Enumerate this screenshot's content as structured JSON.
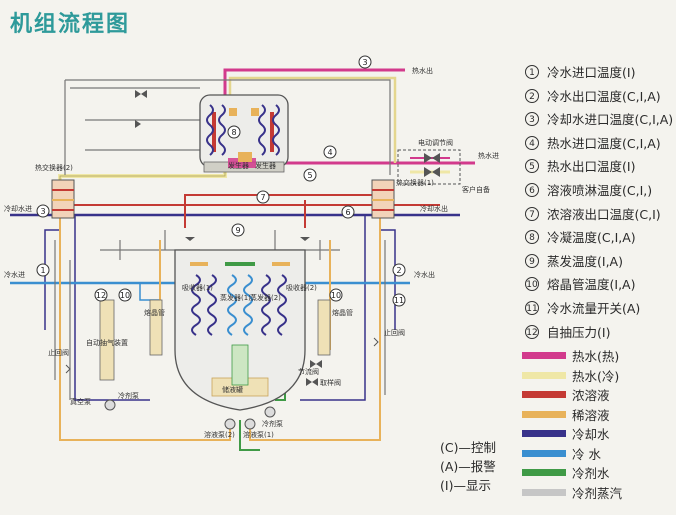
{
  "title": "机组流程图",
  "measure_points": [
    {
      "num": "1",
      "label": "冷水进口温度(I)"
    },
    {
      "num": "2",
      "label": "冷水出口温度(C,I,A)"
    },
    {
      "num": "3",
      "label": "冷却水进口温度(C,I,A)"
    },
    {
      "num": "4",
      "label": "热水进口温度(C,I,A)"
    },
    {
      "num": "5",
      "label": "热水出口温度(I)"
    },
    {
      "num": "6",
      "label": "溶液喷淋温度(C,I,)"
    },
    {
      "num": "7",
      "label": "浓溶液出口温度(C,I)"
    },
    {
      "num": "8",
      "label": "冷凝温度(C,I,A)"
    },
    {
      "num": "9",
      "label": "蒸发温度(I,A)"
    },
    {
      "num": "10",
      "label": "熔晶管温度(I,A)"
    },
    {
      "num": "11",
      "label": "冷水流量开关(A)"
    },
    {
      "num": "12",
      "label": "自抽压力(I)"
    }
  ],
  "color_legend": [
    {
      "label": "热水(热)",
      "color": "#d23a8c"
    },
    {
      "label": "热水(冷)",
      "color": "#efe7a6"
    },
    {
      "label": "浓溶液",
      "color": "#c43a34"
    },
    {
      "label": "稀溶液",
      "color": "#e8b25a"
    },
    {
      "label": "冷却水",
      "color": "#38328a"
    },
    {
      "label": "冷  水",
      "color": "#3a8fd0"
    },
    {
      "label": "冷剂水",
      "color": "#3f9a46"
    },
    {
      "label": "冷剂蒸汽",
      "color": "#c6c6c6"
    }
  ],
  "code_legend": [
    "(C)—控制",
    "(A)—报警",
    "(I)—显示"
  ],
  "labels": {
    "hot_water_out": "热水出",
    "hot_water_in": "热水进",
    "cooling_water_in": "冷却水进",
    "cooling_water_out": "冷却水出",
    "chilled_water_in": "冷水进",
    "chilled_water_out": "冷水出",
    "hx2": "热交换器(2)",
    "hx1": "热交换器(1)",
    "motor_valve": "电动调节阀",
    "customer_supply": "客户自备",
    "generator_left": "发生器",
    "generator_right": "发生器",
    "melt_tube_left": "熔晶管",
    "melt_tube_right": "熔晶管",
    "absorber_left": "吸收器(1)",
    "evaporator_left": "蒸发器(1)",
    "evaporator_right": "蒸发器(2)",
    "absorber_right": "吸收器(2)",
    "auto_purge": "自动抽气装置",
    "check_valve_left": "止回阀",
    "check_valve_right": "止回阀",
    "vacuum_pump": "真空泵",
    "refrigerant_pump_label": "冷剂泵",
    "solution_pump_2": "溶液泵(2)",
    "solution_pump_1": "溶液泵(1)",
    "refrigerant_pump": "冷剂泵",
    "ball_valve": "节流阀",
    "sample_valve": "取样阀",
    "storage": "储液罐"
  }
}
